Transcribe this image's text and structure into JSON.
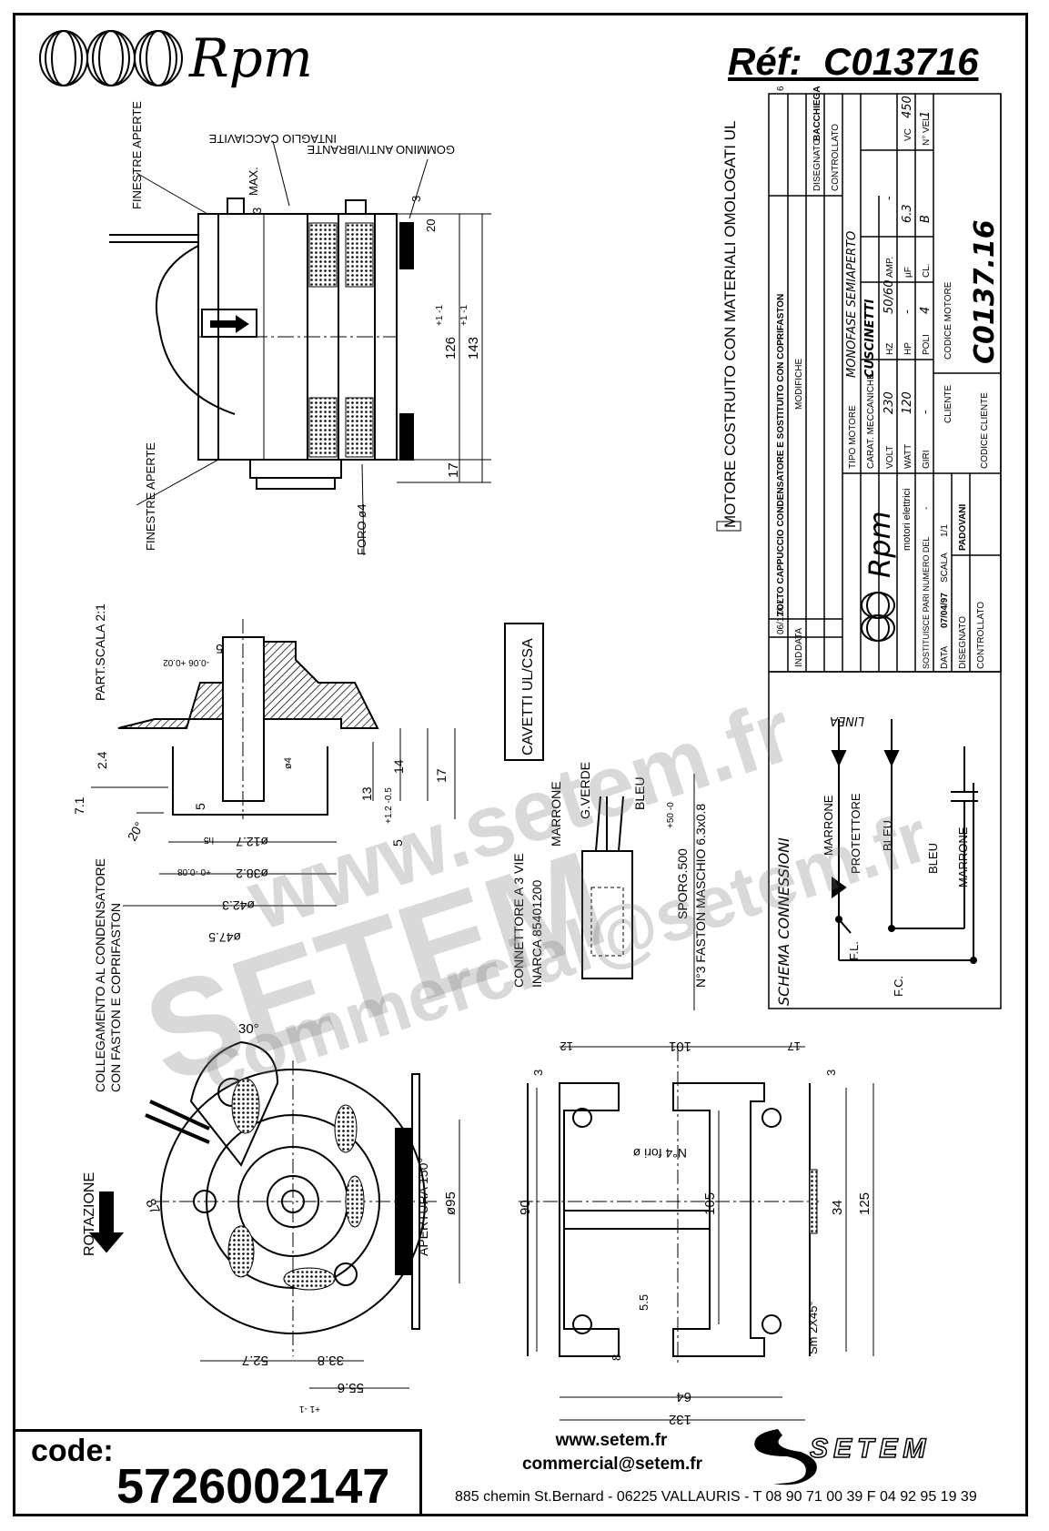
{
  "header": {
    "brand": "Rpm",
    "reference_label": "Réf:",
    "reference_value": "C013716"
  },
  "motor_view": {
    "finestre_aperte_top": "FINESTRE APERTE",
    "intaglio": "INTAGLIO CACCIAVITE",
    "gommino": "GOMMINO ANTIVIBRANTE",
    "max_label": "MAX.",
    "dim_3a": "3",
    "dim_3b": "3",
    "dim_20": "20",
    "dim_126": "126",
    "dim_126_tol": "+1 -1",
    "dim_143": "143",
    "dim_143_tol": "+1 -1",
    "dim_17": "17",
    "finestre_aperte_bottom": "FINESTRE APERTE",
    "foro": "FORO ø4"
  },
  "materials_note": "MOTORE COSTRUITO CON MATERIALI OMOLOGATI UL",
  "shaft_detail": {
    "title": "PART.SCALA 2:1",
    "d5": "5",
    "d5_tol": "-0.06 +0.02",
    "d2_4": "2.4",
    "d7_1": "7.1",
    "d20deg": "20°",
    "d_phi4": "ø4",
    "d5b": "5",
    "d13": "13",
    "d14": "14",
    "d17": "17",
    "d5c": "5",
    "d5c_tol": "+1.2 -0.5",
    "d12_7": "ø12.7",
    "d12_7_tol": "h5",
    "d38_2": "ø38.2",
    "d38_2_tol": "+0 -0.08",
    "d42_3": "ø42.3",
    "d47_5": "ø47.5"
  },
  "cables": {
    "cavetti": "CAVETTI UL/CSA",
    "marrone": "MARRONE",
    "g_verde": "G.VERDE",
    "bleu": "BLEU",
    "connettore": "CONNETTORE A 3 VIE",
    "inarca": "INARCA 85401200",
    "sporg": "SPORG.500",
    "sporg_tol": "+50 -0",
    "faston": "N°3 FASTON MASCHIO 6.3x0.8"
  },
  "front_view": {
    "collegamento": "COLLEGAMENTO AL CONDENSATORE",
    "con_faston": "CON FASTON E COPRIFASTON",
    "rotazione": "ROTAZIONE",
    "d30": "30°",
    "d87": "87",
    "apertura": "APERTURA 150°",
    "d95": "ø95",
    "d52_7": "52.7",
    "d33_8": "33.8",
    "d55_6": "55.6",
    "d55_6_tol": "+1 -1"
  },
  "bracket": {
    "d101": "101",
    "d12": "12",
    "d17": "17",
    "d3a": "3",
    "d3b": "3",
    "fori": "N°4 fori ø",
    "d90": "90",
    "d105": "105",
    "d34": "34",
    "d125": "125",
    "d5_5": "5.5",
    "d8": "8",
    "d64": "64",
    "d132": "132",
    "sm": "Sm 2X45°",
    "eq": "="
  },
  "title_block": {
    "rev_row_6": [
      "6",
      "06/12/07",
      "TOLTO CAPPUCCIO CONDENSATORE E SOSTITUITO CON COPRIFASTON"
    ],
    "col_headers": [
      "IND",
      "DATA",
      "MODIFICHE",
      "DISEGNATO",
      "CONTROLLATO"
    ],
    "bacchiega": "BACCHIEGA",
    "brand": "Rpm",
    "brand_sub": "motori elettrici",
    "tipo_motore_label": "TIPO MOTORE",
    "tipo_motore": "MONOFASE SEMIAPERTO",
    "carat_label": "CARAT. MECCANICHE",
    "carat": "CUSCINETTI",
    "volt_label": "VOLT",
    "volt": "230",
    "hz_label": "HZ",
    "hz": "50/60",
    "amp_label": "AMP.",
    "amp": "-",
    "watt_label": "WATT",
    "watt": "120",
    "hp_label": "HP",
    "hp": "-",
    "uf_label": "µF",
    "uf": "6.3",
    "vc_label": "VC",
    "vc": "450",
    "giri_label": "GIRI",
    "giri": "-",
    "poli_label": "POLI",
    "poli": "4",
    "cl_label": "CL.",
    "cl": "B",
    "vel_label": "N° VEL.",
    "vel": "1",
    "cliente_label": "CLIENTE",
    "codice_motore_label": "CODICE MOTORE",
    "codice_motore": "C0137.16",
    "codice_cliente_label": "CODICE CLIENTE",
    "sostituisce": "SOSTITUISCE PARI NUMERO DEL",
    "sostituisce_val": "-",
    "data_label": "DATA",
    "data": "07/04/97",
    "scala_label": "SCALA",
    "scala": "1/1",
    "disegnato_label": "DISEGNATO",
    "disegnato": "PADOVANI",
    "controllato_label": "CONTROLLATO"
  },
  "schema": {
    "title": "SCHEMA CONNESSIONI",
    "linea": "LINEA",
    "marrone": "MARRONE",
    "protettore": "PROTETTORE",
    "bleu1": "BLEU",
    "bleu2": "BLEU",
    "marrone2": "MARRONE",
    "fl": "F.L.",
    "fc": "F.C."
  },
  "watermark": {
    "line1": "SETEM",
    "line2": "www.setem.fr",
    "line3": "commercial@setem.fr"
  },
  "footer": {
    "code_label": "code:",
    "code_value": "5726002147",
    "web": "www.setem.fr",
    "email": "commercial@setem.fr",
    "address": "885 chemin St.Bernard  -  06225 VALLAURIS  -  T 08 90 71 00 39  F 04 92 95 19 39",
    "setem_logo": "SETEM"
  }
}
